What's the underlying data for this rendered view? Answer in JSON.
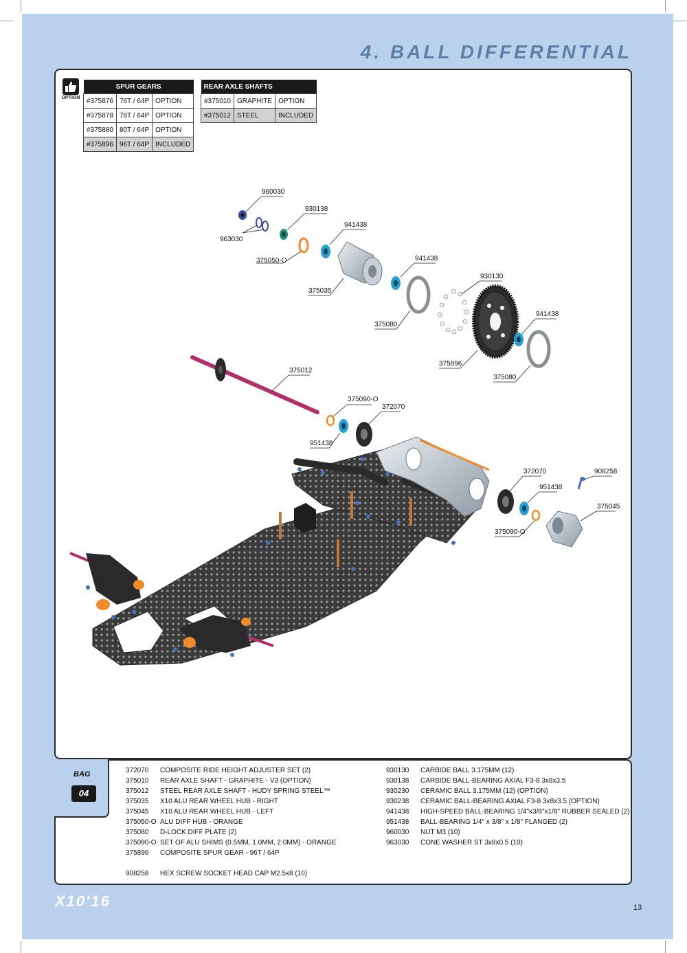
{
  "header": {
    "title": "4. BALL DIFFERENTIAL"
  },
  "option_badge": {
    "label": "OPTION",
    "icon": "thumbs-up-icon"
  },
  "spur_gears": {
    "title": "SPUR GEARS",
    "rows": [
      {
        "part": "#375876",
        "spec": "76T / 64P",
        "status": "OPTION"
      },
      {
        "part": "#375878",
        "spec": "78T / 64P",
        "status": "OPTION"
      },
      {
        "part": "#375880",
        "spec": "80T / 64P",
        "status": "OPTION"
      },
      {
        "part": "#375896",
        "spec": "96T / 64P",
        "status": "INCLUDED"
      }
    ]
  },
  "rear_axle_shafts": {
    "title": "REAR AXLE SHAFTS",
    "rows": [
      {
        "part": "#375010",
        "spec": "GRAPHITE",
        "status": "OPTION"
      },
      {
        "part": "#375012",
        "spec": "STEEL",
        "status": "INCLUDED"
      }
    ]
  },
  "callouts": {
    "c960030": "960030",
    "c930138": "930138",
    "c963030": "963030",
    "c941438a": "941438",
    "c375050": "375050-O",
    "c941438b": "941438",
    "c375035": "375035",
    "c930130": "930130",
    "c375080a": "375080",
    "c941438c": "941438",
    "c375896": "375896",
    "c375080b": "375080",
    "c375012": "375012",
    "c375090a": "375090-O",
    "c372070a": "372070",
    "c951438a": "951438",
    "c372070b": "372070",
    "c908258": "908258",
    "c951438b": "951438",
    "c375045": "375045",
    "c375090b": "375090-O"
  },
  "bag": {
    "label": "BAG",
    "number": "04"
  },
  "parts_left": [
    {
      "number": "372070",
      "desc": "COMPOSITE RIDE HEIGHT ADJUSTER SET (2)"
    },
    {
      "number": "375010",
      "desc": "REAR AXLE SHAFT - GRAPHITE - V3 (OPTION)"
    },
    {
      "number": "375012",
      "desc": "STEEL REAR AXLE SHAFT - HUDY SPRING STEEL™"
    },
    {
      "number": "375035",
      "desc": "X10 ALU REAR WHEEL HUB - RIGHT"
    },
    {
      "number": "375045",
      "desc": "X10 ALU REAR WHEEL HUB - LEFT"
    },
    {
      "number": "375050-O",
      "desc": "ALU DIFF HUB - ORANGE"
    },
    {
      "number": "375080",
      "desc": "D-LOCK DIFF PLATE (2)"
    },
    {
      "number": "375090-O",
      "desc": "SET OF ALU SHIMS (0.5MM, 1.0MM, 2.0MM) - ORANGE"
    },
    {
      "number": "375896",
      "desc": "COMPOSITE SPUR GEAR - 96T / 64P"
    },
    {
      "number": "908258",
      "desc": "HEX SCREW SOCKET HEAD CAP M2.5x8 (10)"
    }
  ],
  "parts_right": [
    {
      "number": "930130",
      "desc": "CARBIDE BALL 3.175MM (12)"
    },
    {
      "number": "930138",
      "desc": "CARBIDE BALL-BEARING AXIAL F3-8 3x8x3.5"
    },
    {
      "number": "930230",
      "desc": "CERAMIC BALL 3.175MM (12) (OPTION)"
    },
    {
      "number": "930238",
      "desc": "CERAMIC BALL-BEARING AXIAL F3-8 3x8x3.5 (OPTION)"
    },
    {
      "number": "941438",
      "desc": "HIGH-SPEED BALL-BEARING 1/4\"x3/8\"x1/8\"  RUBBER SEALED (2)"
    },
    {
      "number": "951438",
      "desc": "BALL-BEARING 1/4\" x 3/8\" x 1/8\" FLANGED (2)"
    },
    {
      "number": "960030",
      "desc": "NUT M3 (10)"
    },
    {
      "number": "963030",
      "desc": "CONE WASHER ST 3x8x0.5 (10)"
    }
  ],
  "footer": {
    "logo": "X10'16",
    "page_number": "13"
  },
  "colors": {
    "page_background": "#b9d1ec",
    "title_color": "#5c7fa8",
    "bearing_blue": "#2a9fd0",
    "shim_orange": "#f08a2a",
    "axle_magenta": "#b0306a",
    "carbon": "#3a3a3a"
  }
}
